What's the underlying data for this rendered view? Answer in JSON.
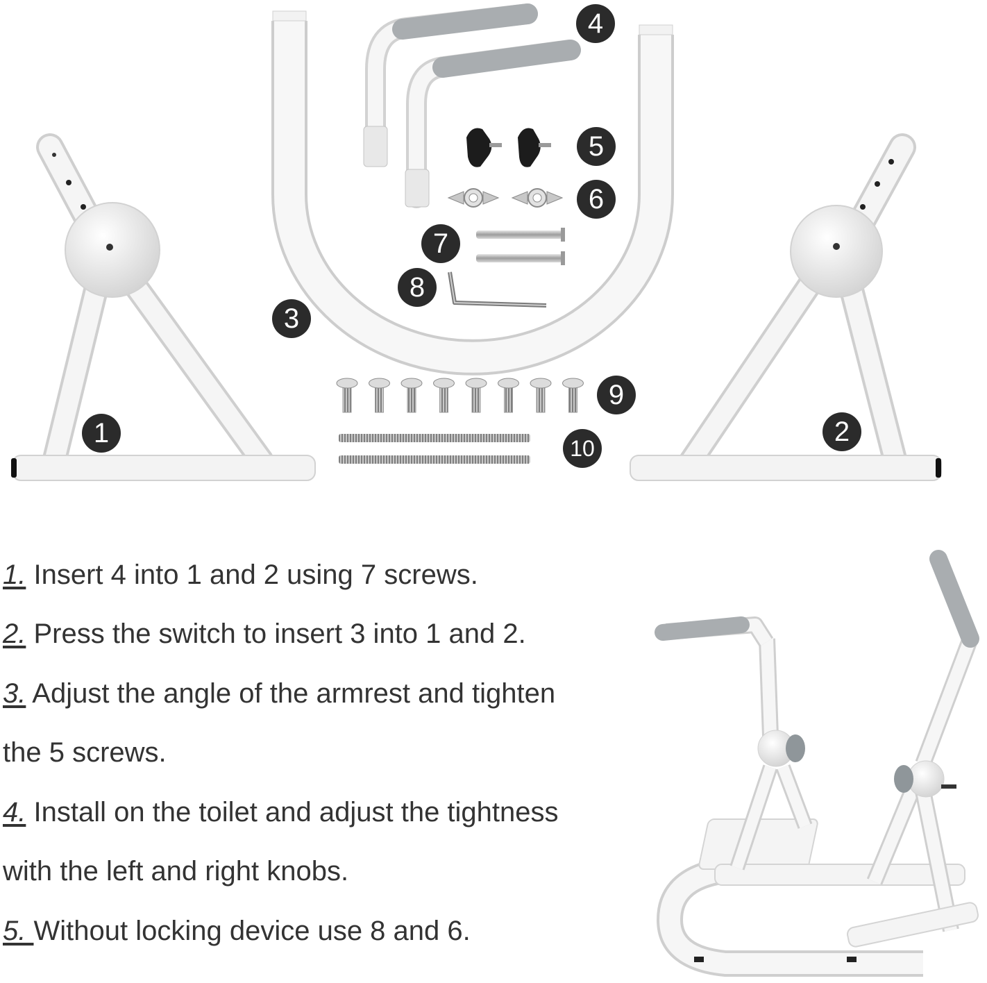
{
  "parts": [
    {
      "id": "part-1",
      "label": "1"
    },
    {
      "id": "part-2",
      "label": "2"
    },
    {
      "id": "part-3",
      "label": "3"
    },
    {
      "id": "part-4",
      "label": "4"
    },
    {
      "id": "part-5",
      "label": "5"
    },
    {
      "id": "part-6",
      "label": "6"
    },
    {
      "id": "part-7",
      "label": "7"
    },
    {
      "id": "part-8",
      "label": "8"
    },
    {
      "id": "part-9",
      "label": "9"
    },
    {
      "id": "part-10",
      "label": "10"
    }
  ],
  "steps": [
    {
      "num": "1.",
      "text": " Insert 4 into 1 and 2 using 7 screws."
    },
    {
      "num": "2.",
      "text": " Press the switch to insert 3 into 1 and 2."
    },
    {
      "num": "3.",
      "text": " Adjust the angle of the armrest and tighten"
    },
    {
      "num": "",
      "text": " the 5 screws."
    },
    {
      "num": "4.",
      "text": " Install on the toilet and adjust the tightness"
    },
    {
      "num": "",
      "text": "with the left and right knobs."
    },
    {
      "num": "5. ",
      "text": "Without locking device use 8 and 6."
    }
  ],
  "colors": {
    "frame": "#f4f4f4",
    "frame_edge": "#d8d8d8",
    "grip": "#a9adb0",
    "badge": "#2b2b2b",
    "metal": "#b9b9b9",
    "knob": "#1c1c1c"
  }
}
